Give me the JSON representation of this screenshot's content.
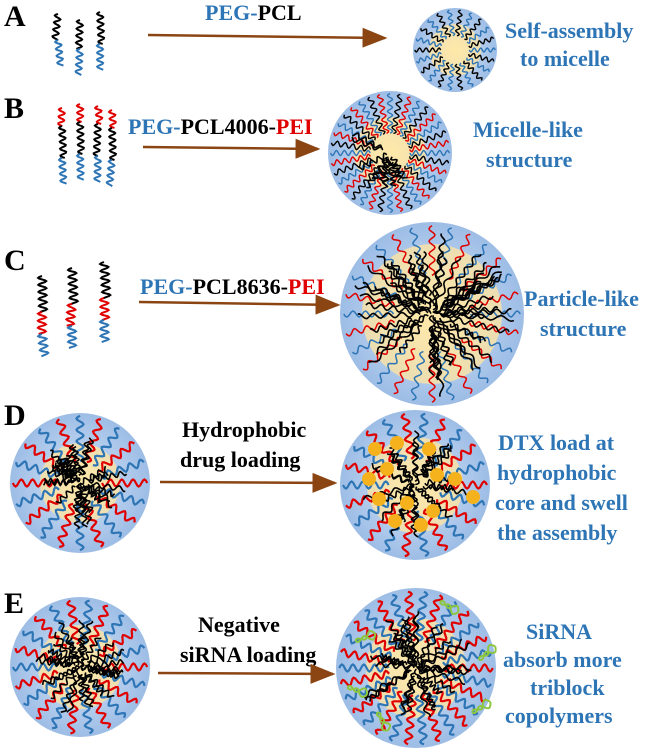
{
  "colors": {
    "peg_blue": "#2e75b6",
    "pcl_black": "#000000",
    "pei_red": "#e00000",
    "shell_blue": "#bcd3ee",
    "core_yellow": "#fde7a6",
    "arrow_brown": "#8b4513",
    "drug_orange": "#f5b21c",
    "sirna_green": "#8dc63f"
  },
  "panels": [
    {
      "letter": "A",
      "label_parts": [
        {
          "text": "PEG-",
          "color": "blue"
        },
        {
          "text": "PCL",
          "color": "black"
        }
      ],
      "result_lines": [
        "Self-assembly",
        "to micelle"
      ]
    },
    {
      "letter": "B",
      "label_parts": [
        {
          "text": "PEG-",
          "color": "blue"
        },
        {
          "text": "PCL4006-",
          "color": "black"
        },
        {
          "text": "PEI",
          "color": "red"
        }
      ],
      "result_lines": [
        "Micelle-like",
        "structure"
      ]
    },
    {
      "letter": "C",
      "label_parts": [
        {
          "text": "PEG-",
          "color": "blue"
        },
        {
          "text": "PCL8636-",
          "color": "black"
        },
        {
          "text": "PEI",
          "color": "red"
        }
      ],
      "result_lines": [
        "Particle-like",
        "structure"
      ]
    },
    {
      "letter": "D",
      "process_lines": [
        "Hydrophobic",
        "drug loading"
      ],
      "result_lines": [
        "DTX load at",
        "hydrophobic",
        "core and swell",
        "the assembly"
      ]
    },
    {
      "letter": "E",
      "process_lines": [
        "Negative",
        "siRNA loading"
      ],
      "result_lines": [
        "SiRNA",
        "absorb more",
        "triblock",
        "copolymers"
      ]
    }
  ]
}
